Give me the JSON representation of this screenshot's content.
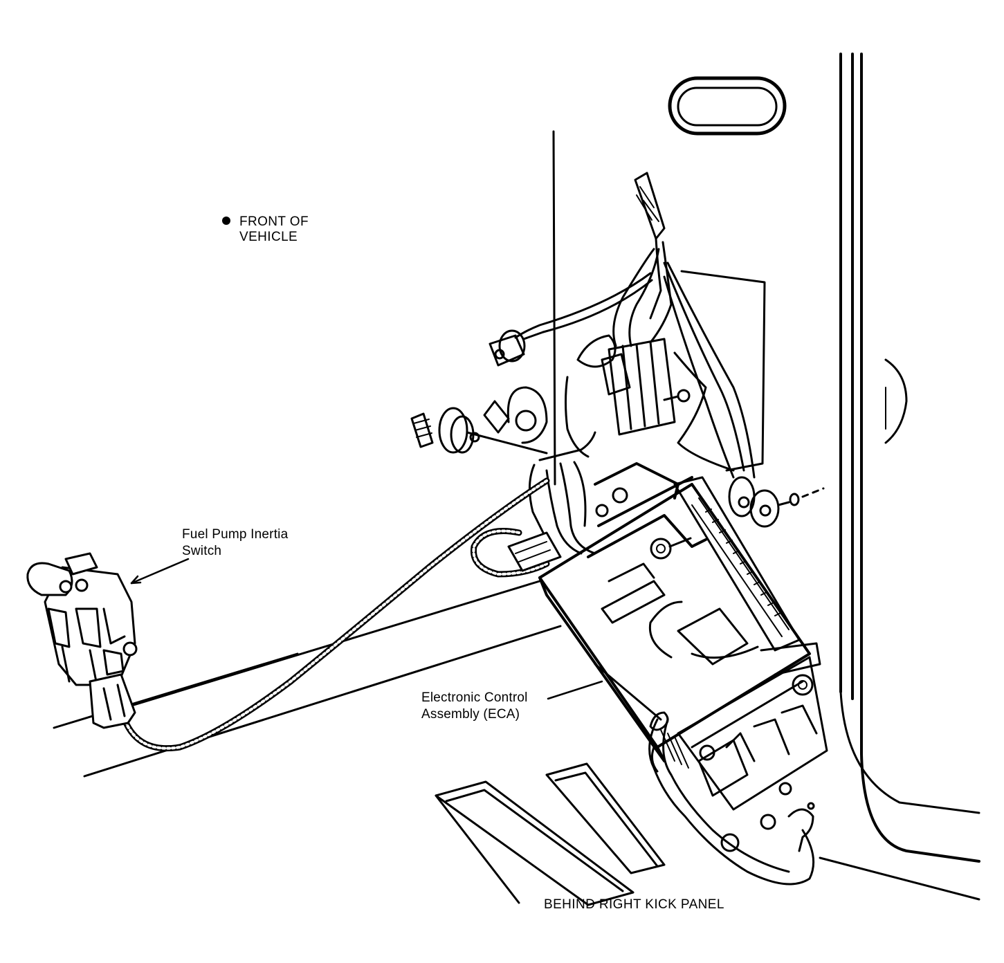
{
  "labels": {
    "front_of_vehicle_line1": "FRONT OF",
    "front_of_vehicle_line2": "VEHICLE",
    "inertia_switch_line1": "Fuel Pump Inertia",
    "inertia_switch_line2": "Switch",
    "eca_line1": "Electronic Control",
    "eca_line2": "Assembly (ECA)",
    "kick_panel": "BEHIND RIGHT KICK PANEL"
  },
  "icons": {
    "front_marker": "filled-dot-icon"
  },
  "colors": {
    "ink": "#000000",
    "paper": "#ffffff"
  }
}
